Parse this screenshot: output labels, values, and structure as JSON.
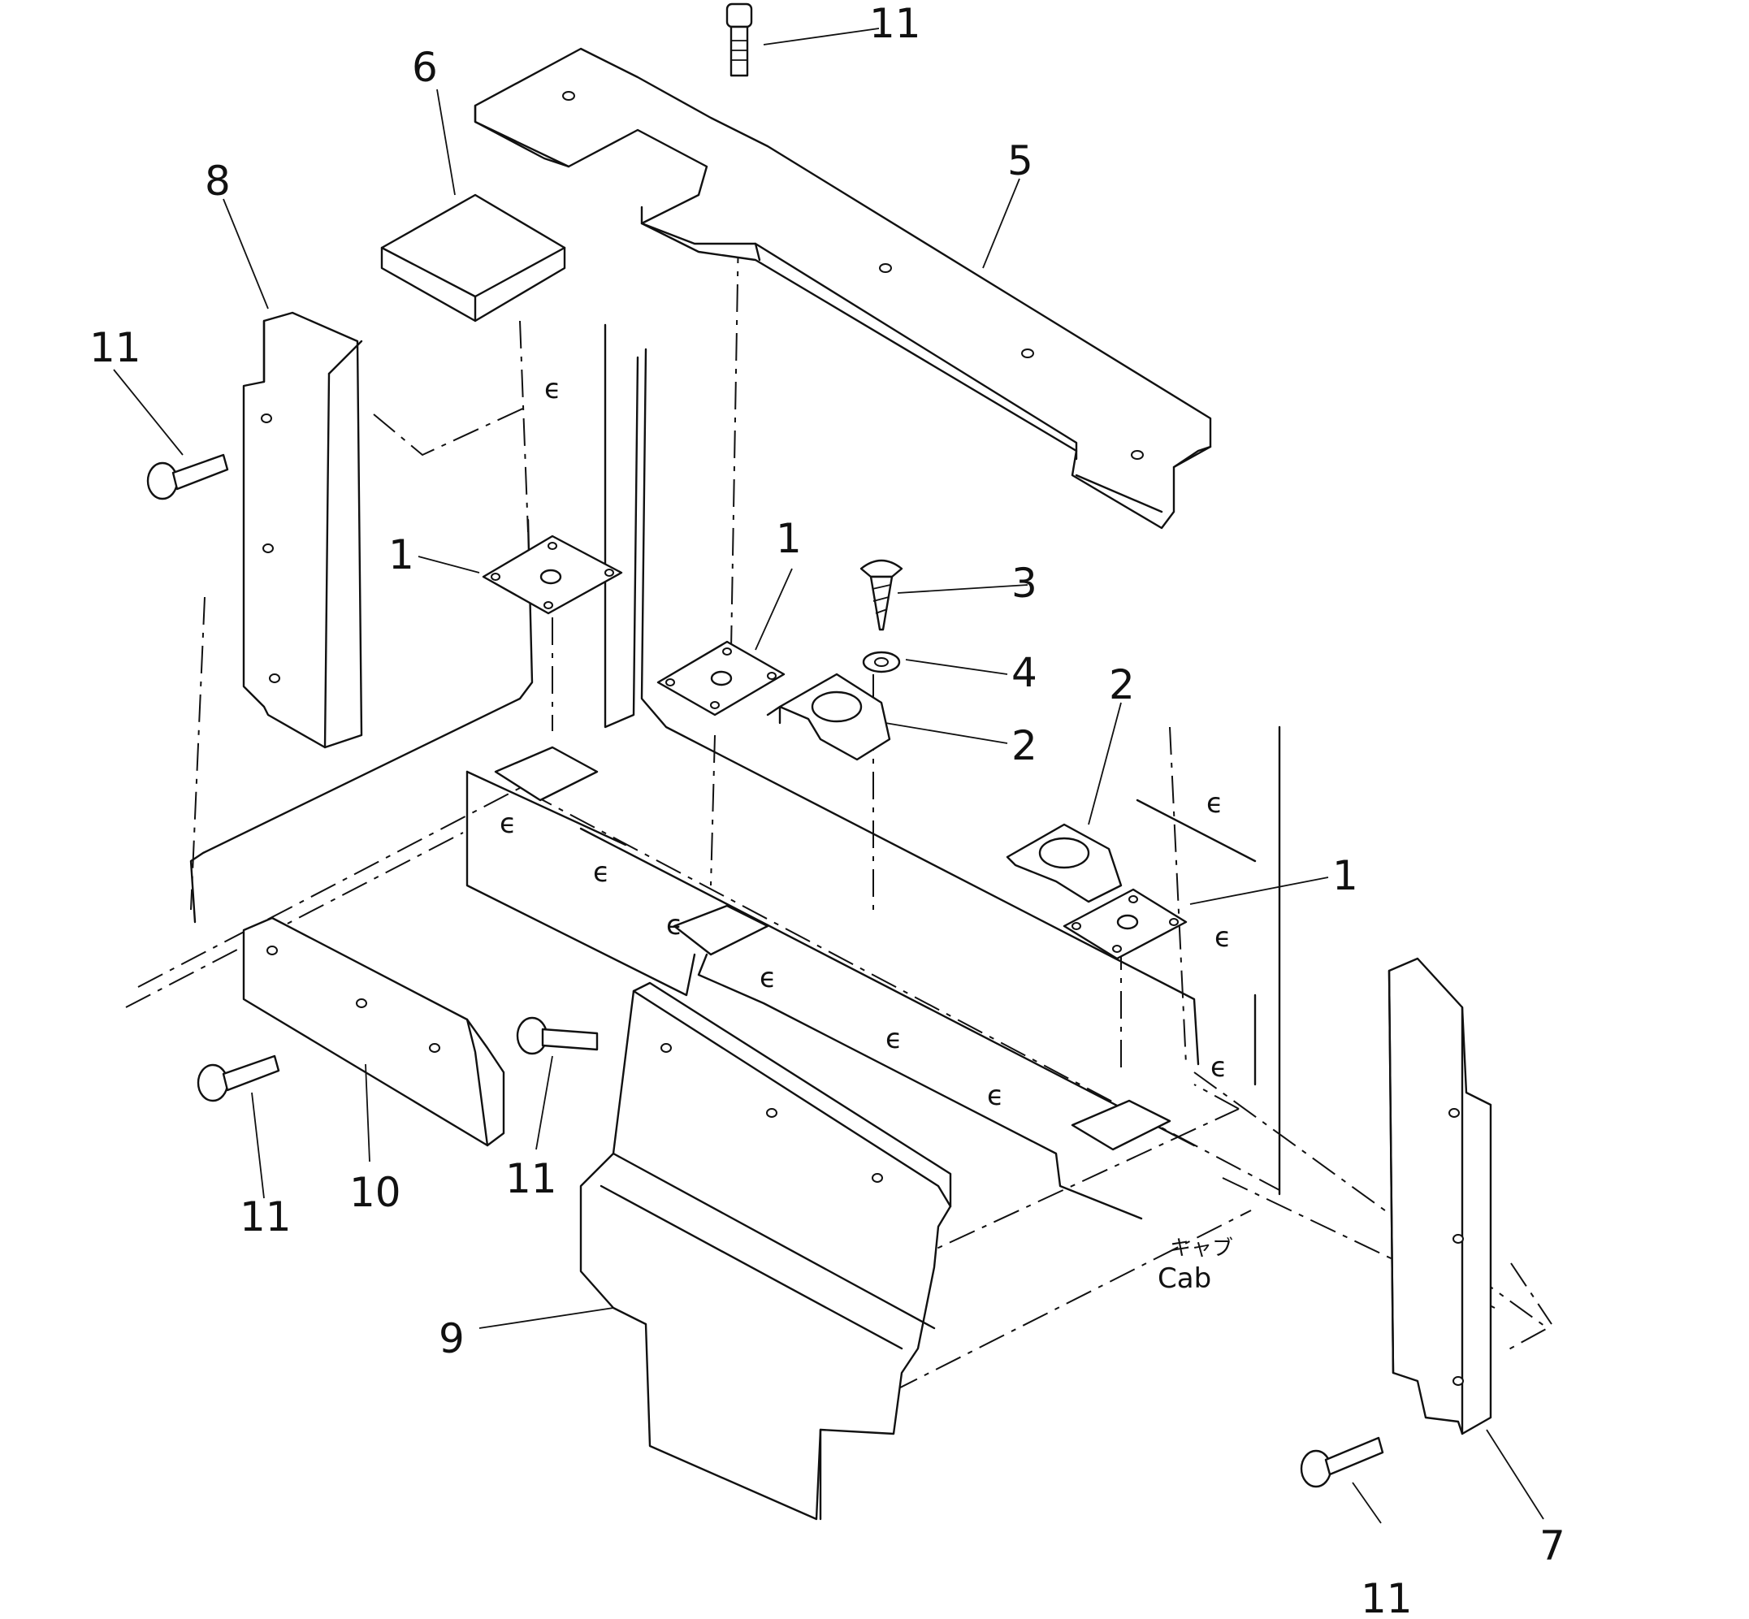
{
  "callouts": [
    {
      "id": "c1a",
      "text": "1"
    },
    {
      "id": "c1b",
      "text": "1"
    },
    {
      "id": "c1c",
      "text": "1"
    },
    {
      "id": "c2a",
      "text": "2"
    },
    {
      "id": "c2b",
      "text": "2"
    },
    {
      "id": "c3",
      "text": "3"
    },
    {
      "id": "c4",
      "text": "4"
    },
    {
      "id": "c5",
      "text": "5"
    },
    {
      "id": "c6",
      "text": "6"
    },
    {
      "id": "c7",
      "text": "7"
    },
    {
      "id": "c8",
      "text": "8"
    },
    {
      "id": "c9",
      "text": "9"
    },
    {
      "id": "c10",
      "text": "10"
    },
    {
      "id": "c11a",
      "text": "11"
    },
    {
      "id": "c11b",
      "text": "11"
    },
    {
      "id": "c11c",
      "text": "11"
    },
    {
      "id": "c11d",
      "text": "11"
    },
    {
      "id": "c11e",
      "text": "11"
    }
  ],
  "cab_label": {
    "jp": "キャブ",
    "en": "Cab"
  }
}
